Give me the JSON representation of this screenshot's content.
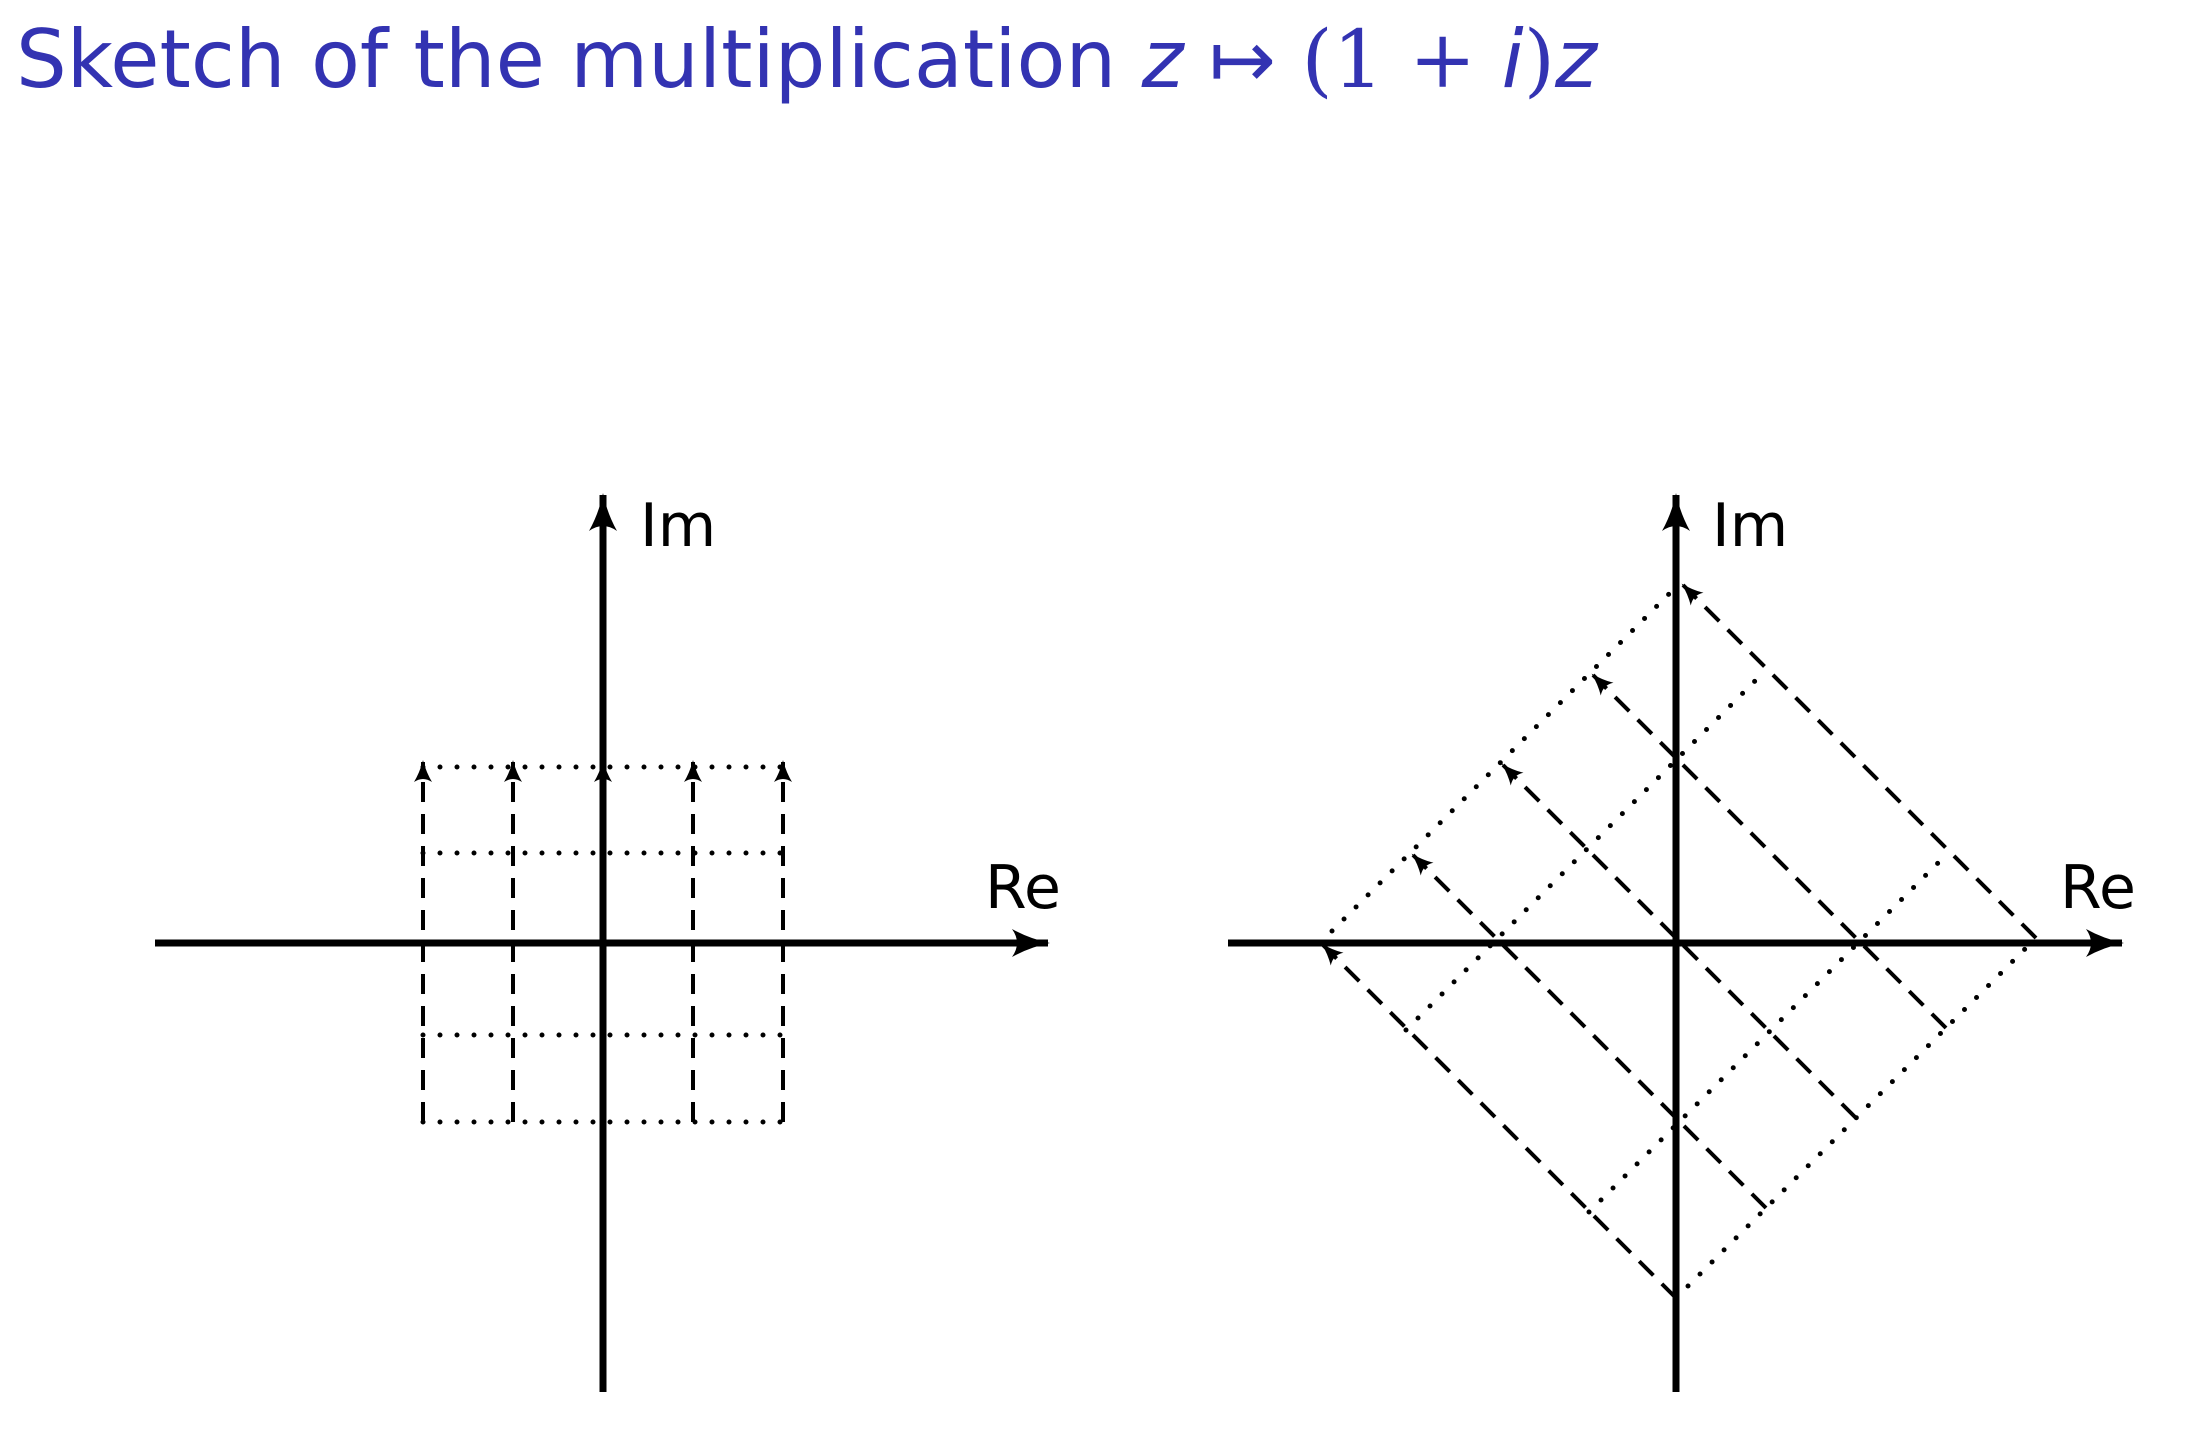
{
  "title": {
    "text": "Sketch of the multiplication",
    "var": "z",
    "mapsto": "↦",
    "lparen": "(",
    "one": "1",
    "plus": "+",
    "i": "i",
    "rparen": ")",
    "var2": "z"
  },
  "left_diagram": {
    "im_label": "Im",
    "re_label": "Re"
  },
  "right_diagram": {
    "im_label": "Im",
    "re_label": "Re"
  }
}
